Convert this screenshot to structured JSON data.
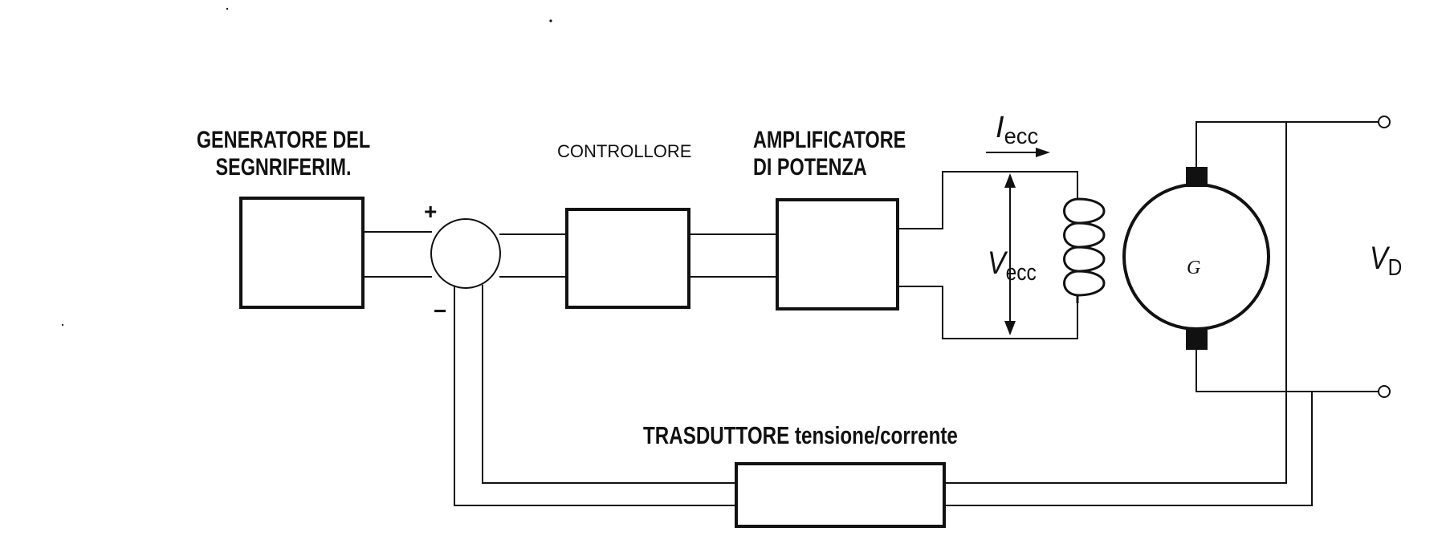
{
  "blocks": {
    "generator_lines": [
      "GENERATORE DEL",
      "SEGNRIFERIM."
    ],
    "controller": "CONTROLLORE",
    "amplifier_lines": [
      "AMPLIFICATORE",
      "DI POTENZA"
    ],
    "transducer": "TRASDUTTORE tensione/corrente"
  },
  "summing_junction": {
    "plus": "+",
    "minus": "−"
  },
  "symbols": {
    "excitation_current": {
      "main": "I",
      "sub": "ecc"
    },
    "excitation_voltage": {
      "main": "V",
      "sub": "ecc"
    },
    "output_voltage": {
      "main": "V",
      "sub": "D"
    },
    "generator": "G"
  },
  "colors": {
    "ink": "#111111",
    "background": "#ffffff"
  }
}
